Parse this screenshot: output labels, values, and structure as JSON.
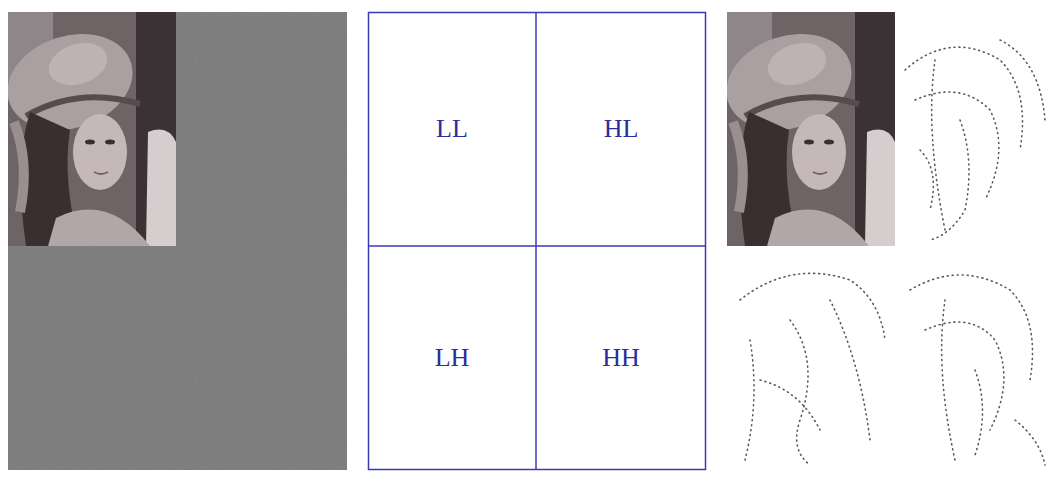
{
  "diagram": {
    "nodes": [
      {
        "text": [
          "LL"
        ]
      },
      {
        "text": [
          "HL"
        ]
      },
      {
        "text": [
          "LH"
        ]
      },
      {
        "text": [
          "HH"
        ]
      }
    ]
  }
}
